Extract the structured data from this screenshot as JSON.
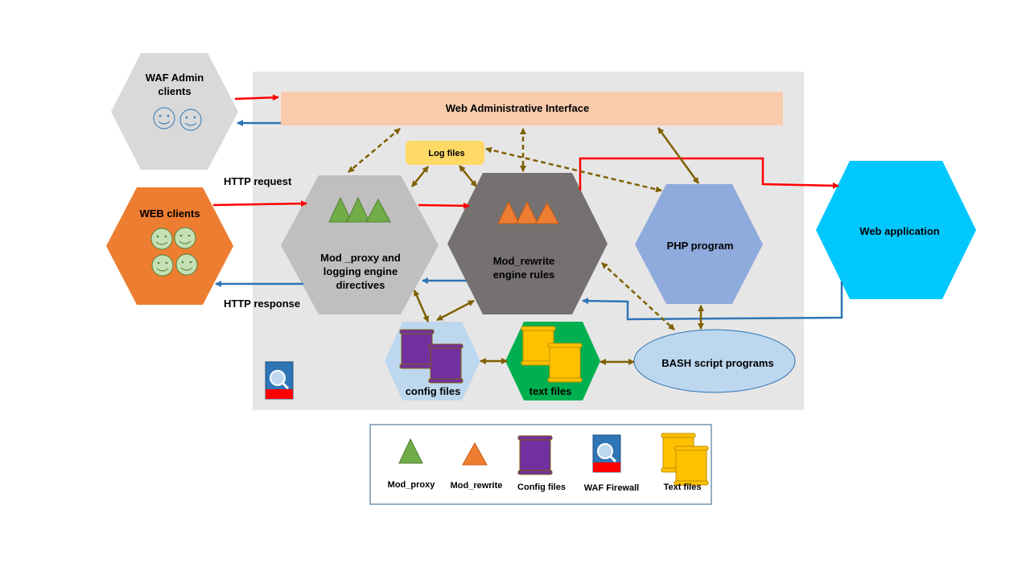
{
  "nodes": {
    "waf_admin": {
      "label_line1": "WAF Admin",
      "label_line2": "clients",
      "color": "#d9d9d9"
    },
    "web_clients": {
      "label": "WEB clients",
      "color": "#ed7d31"
    },
    "web_admin_interface": {
      "label": "Web Administrative Interface",
      "color": "#f8cbad"
    },
    "log_files": {
      "label": "Log files",
      "color": "#ffd966"
    },
    "mod_proxy": {
      "label_line1": "Mod _proxy and",
      "label_line2": "logging engine",
      "label_line3": "directives",
      "color": "#bfbfbf"
    },
    "mod_rewrite": {
      "label_line1": "Mod_rewrite",
      "label_line2": "engine rules",
      "color": "#767171"
    },
    "php_program": {
      "label": "PHP program",
      "color": "#8faadc"
    },
    "web_application": {
      "label": "Web application",
      "color": "#00c8ff"
    },
    "config_files": {
      "label": "config files",
      "color": "#bdd7ee"
    },
    "text_files": {
      "label": "text files",
      "color": "#00b050"
    },
    "bash_scripts": {
      "label": "BASH script programs",
      "color": "#bdd7ee"
    }
  },
  "edge_labels": {
    "http_request": "HTTP  request",
    "http_response": "HTTP response"
  },
  "legend": {
    "mod_proxy": "Mod_proxy",
    "mod_rewrite": "Mod_rewrite",
    "config_files": "Config files",
    "waf_firewall": "WAF Firewall",
    "text_files": "Text files"
  },
  "colors": {
    "panel": "#e7e6e6",
    "request_arrow": "#ff0000",
    "response_arrow": "#2e75b6",
    "link_arrow": "#7f6000",
    "mod_proxy_triangle": "#70ad47",
    "mod_rewrite_triangle": "#ed7d31",
    "config_scroll": "#7030a0",
    "text_scroll": "#ffc000"
  }
}
